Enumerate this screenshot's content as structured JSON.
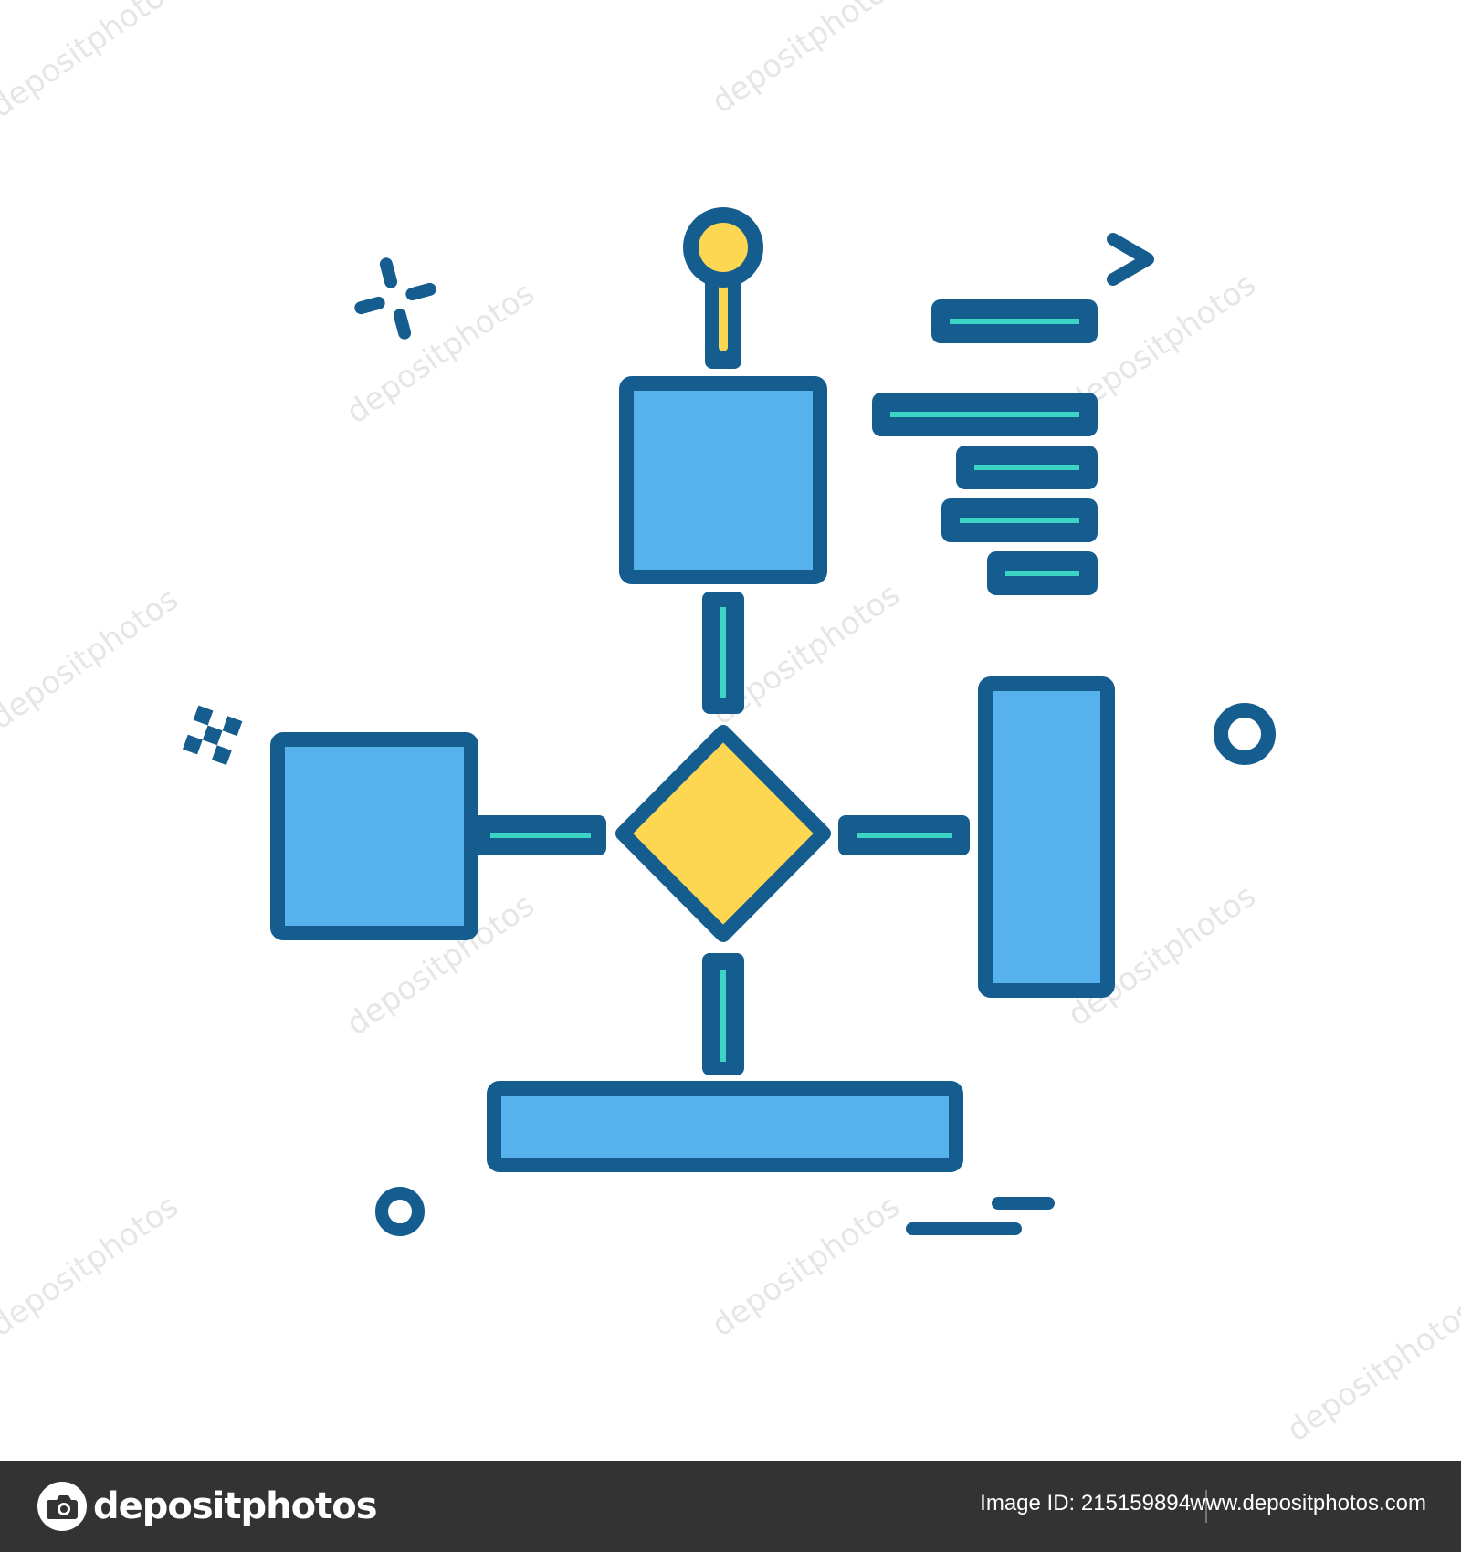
{
  "colors": {
    "outline": "#155d8f",
    "box_fill": "#56b1ec",
    "accent_yellow": "#fdd752",
    "accent_teal": "#3cd4c4",
    "footer_bg": "#333333",
    "footer_text": "#ffffff"
  },
  "icons": {
    "start_node": "start-terminal-icon",
    "decision": "decision-diamond-icon",
    "sparkle": "sparkle-star-icon",
    "checker": "checker-grid-icon",
    "arrow": "chevron-right-icon",
    "ring": "ring-circle-icon"
  },
  "watermark": {
    "text": "depositphotos"
  },
  "footer": {
    "brand_name": "depositphotos",
    "image_id": "Image ID: 215159894",
    "site_url": "www.depositphotos.com"
  }
}
